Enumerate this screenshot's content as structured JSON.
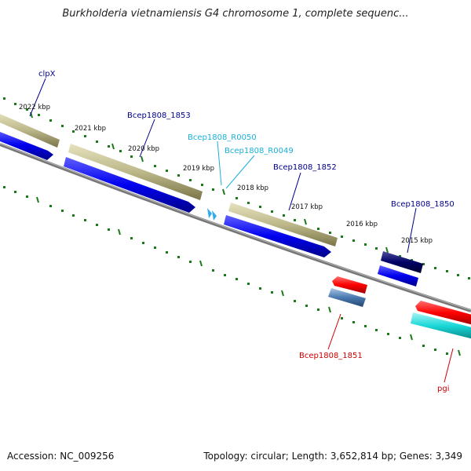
{
  "title": "Burkholderia vietnamiensis G4 chromosome 1, complete sequenc...",
  "footer": {
    "accession": "Accession: NC_009256",
    "summary": "Topology: circular; Length: 3,652,814 bp; Genes: 3,349"
  },
  "kbp_labels": [
    "2022 kbp",
    "2021 kbp",
    "2020 kbp",
    "2019 kbp",
    "2018 kbp",
    "2017 kbp",
    "2016 kbp",
    "2015 kbp"
  ],
  "gene_labels": {
    "clpX": "clpX",
    "bcep1853": "Bcep1808_1853",
    "r0050": "Bcep1808_R0050",
    "r0049": "Bcep1808_R0049",
    "bcep1852": "Bcep1808_1852",
    "bcep1850": "Bcep1808_1850",
    "bcep1851": "Bcep1808_1851",
    "pgi": "pgi"
  },
  "colors": {
    "backbone": "#777777",
    "tick": "#1a7a1a",
    "gene_khaki": "#bdb88a",
    "gene_blue": "#0000ee",
    "gene_navy": "#000066",
    "gene_red": "#ff0000",
    "gene_steel": "#4a7ab0",
    "gene_cyan": "#1ad8d8",
    "rna": "#33aaee",
    "label_blue": "#00008b",
    "label_cyan": "#1ab0d8",
    "label_red": "#cc0000"
  }
}
